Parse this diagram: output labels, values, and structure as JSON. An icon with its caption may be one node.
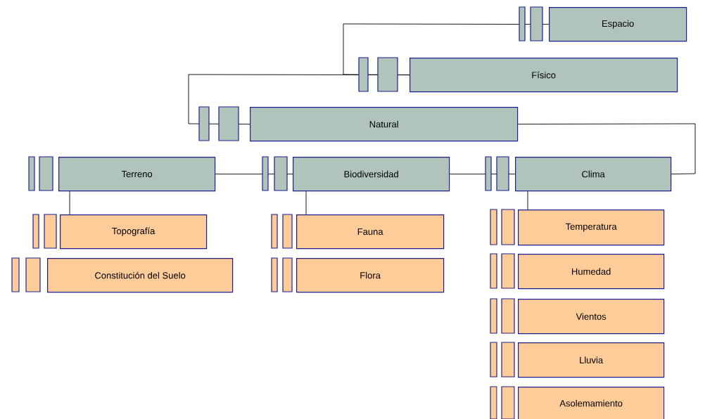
{
  "diagram": {
    "nodes": [
      {
        "text": [
          "Espacio"
        ]
      },
      {
        "text": [
          "Físico"
        ]
      },
      {
        "text": [
          "Natural"
        ]
      },
      {
        "text": [
          "Terreno"
        ]
      },
      {
        "text": [
          "Biodiversidad"
        ]
      },
      {
        "text": [
          "Clima"
        ]
      },
      {
        "text": [
          "Topografía"
        ]
      },
      {
        "text": [
          "Fauna"
        ]
      },
      {
        "text": [
          "Temperatura"
        ]
      },
      {
        "text": [
          "Constitución del Suelo"
        ]
      },
      {
        "text": [
          "Flora"
        ]
      },
      {
        "text": [
          "Humedad"
        ]
      },
      {
        "text": [
          "Vientos"
        ]
      },
      {
        "text": [
          "Lluvia"
        ]
      },
      {
        "text": [
          "Asolemamiento"
        ]
      }
    ],
    "edges": [
      {
        "from": 0,
        "to": 1,
        "arrow": "none"
      },
      {
        "from": 1,
        "to": 2,
        "arrow": "none"
      },
      {
        "from": 2,
        "to": 5,
        "arrow": "none"
      },
      {
        "from": 3,
        "to": 4,
        "arrow": "none"
      },
      {
        "from": 4,
        "to": 5,
        "arrow": "none"
      },
      {
        "from": 3,
        "to": 6,
        "arrow": "none"
      },
      {
        "from": 4,
        "to": 7,
        "arrow": "none"
      },
      {
        "from": 5,
        "to": 8,
        "arrow": "none"
      }
    ]
  }
}
